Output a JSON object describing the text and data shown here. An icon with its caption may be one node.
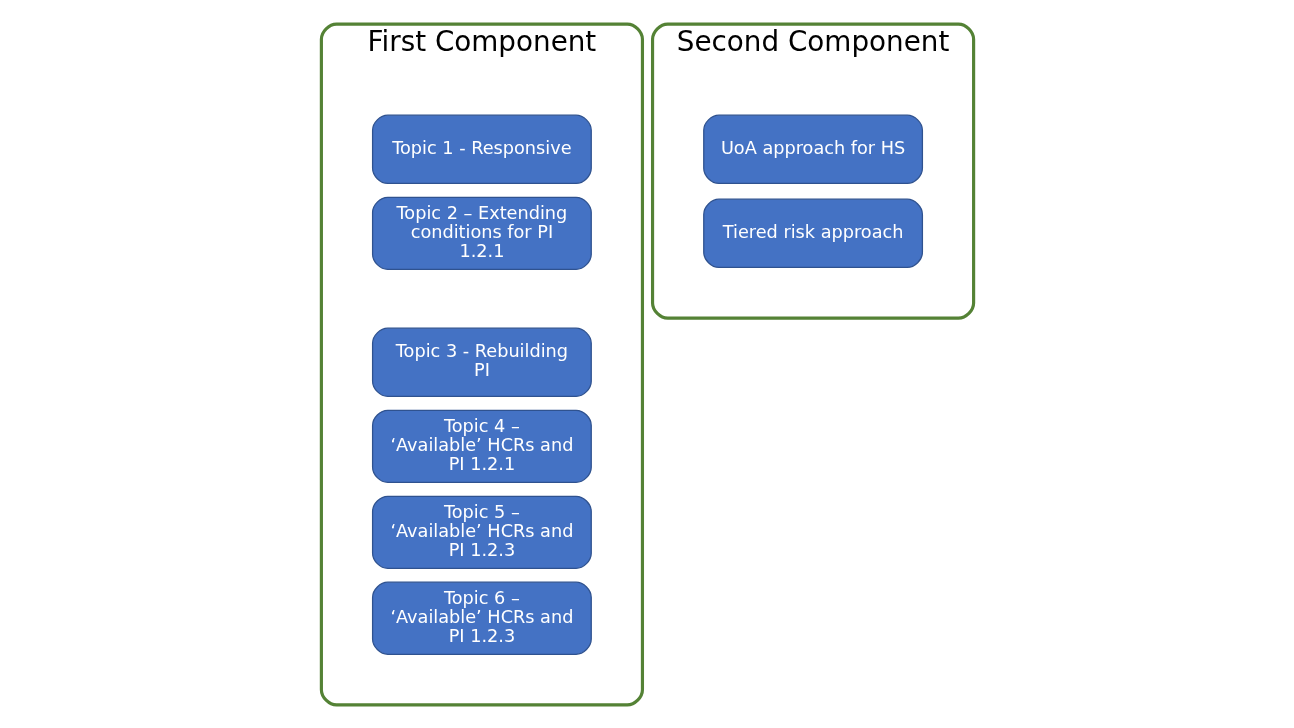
{
  "diagram": {
    "nodes": [
      {
        "text": [
          "First Component"
        ]
      },
      {
        "text": [
          "Topic 1 - Responsive"
        ],
        "in": 0
      },
      {
        "text": [
          "Topic 2 – Extending conditions for PI 1.2.1"
        ],
        "in": 0
      },
      {
        "text": [
          "Topic 3 - Rebuilding PI"
        ],
        "in": 0
      },
      {
        "text": [
          "Topic 4 – ‘Available’ HCRs and PI 1.2.1"
        ],
        "in": 0
      },
      {
        "text": [
          "Topic 5 – ‘Available’ HCRs and PI 1.2.3"
        ],
        "in": 0
      },
      {
        "text": [
          "Topic 6 – ‘Available’ HCRs and PI 1.2.3"
        ],
        "in": 0
      },
      {
        "text": [
          "Second Component"
        ]
      },
      {
        "text": [
          "UoA approach for HS"
        ],
        "in": 7
      },
      {
        "text": [
          "Tiered risk approach"
        ],
        "in": 7
      }
    ],
    "edges": []
  }
}
